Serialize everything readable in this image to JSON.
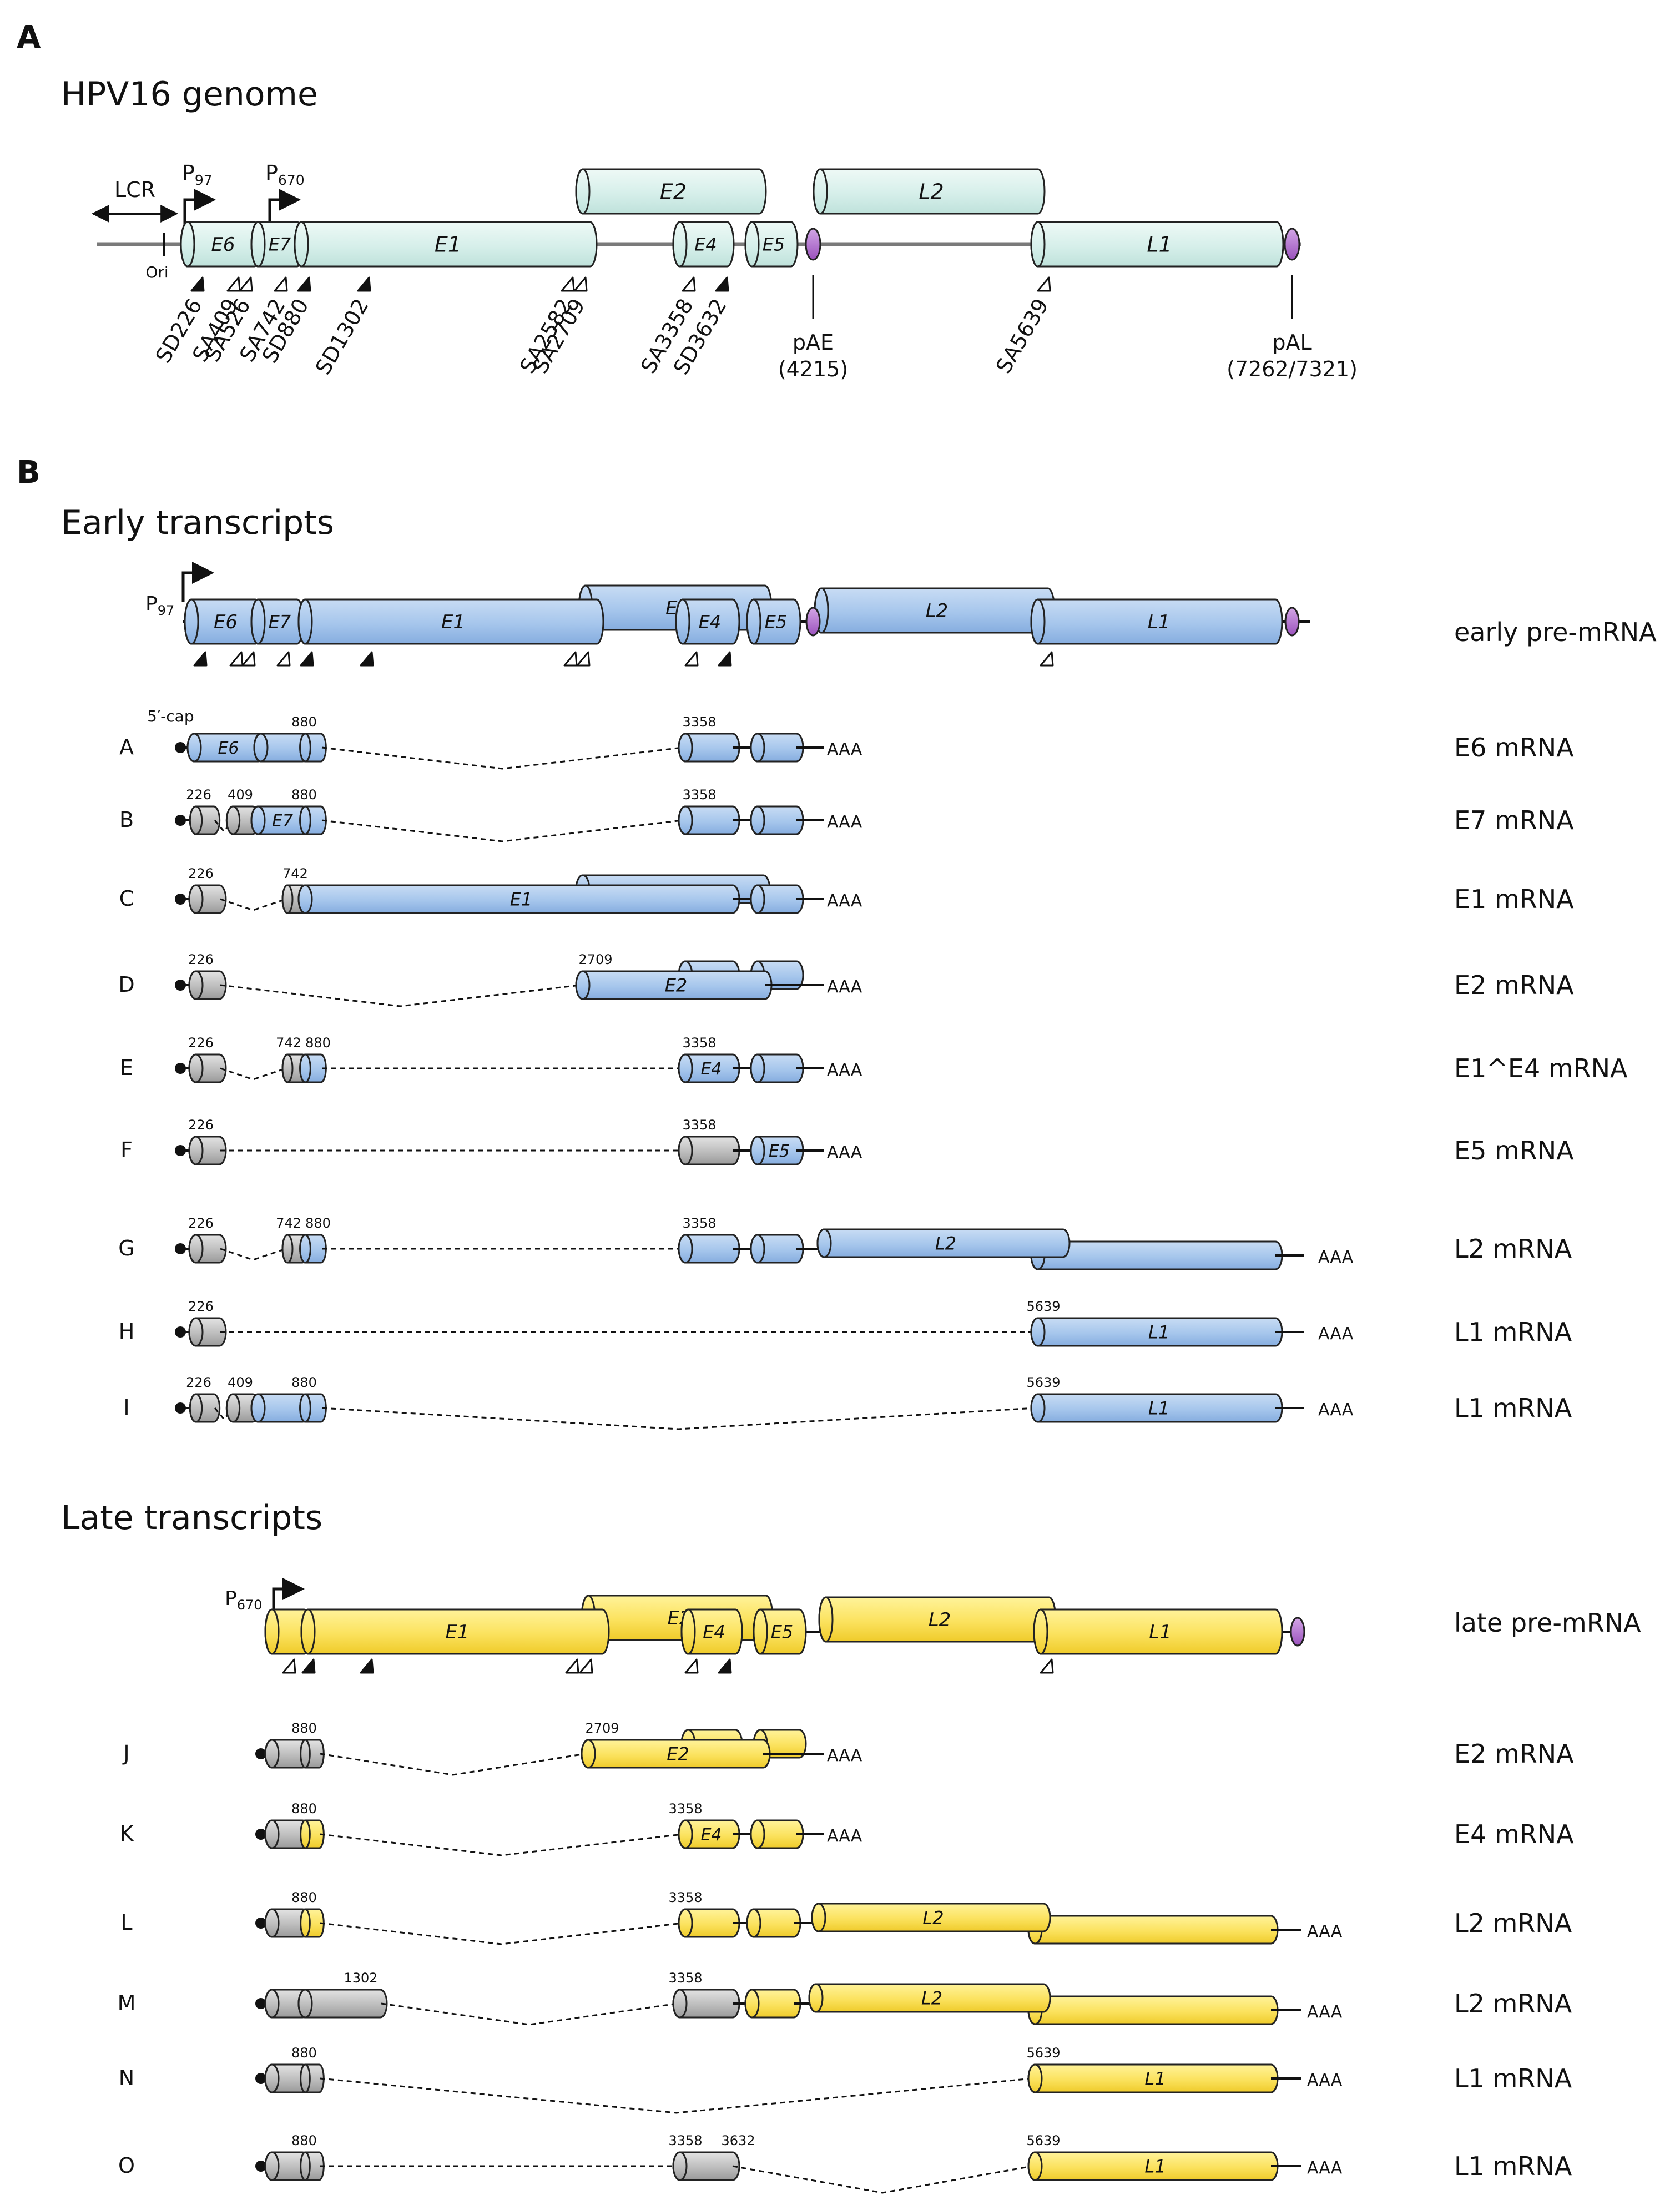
{
  "panels": {
    "a_label": "A",
    "b_label": "B",
    "a_title": "HPV16 genome",
    "early_title": "Early transcripts",
    "late_title": "Late transcripts"
  },
  "colors": {
    "genome": "#dff3ef",
    "early": "#a9c8ec",
    "late": "#fbe36c",
    "gray": "#bdbdbd",
    "polyA": "#b57ad0",
    "outline": "#222222",
    "line": "#7a7a7a"
  },
  "genome": {
    "lcr_label": "LCR",
    "ori_label": "Ori",
    "p97_main": "P",
    "p97_sub": "97",
    "p670_main": "P",
    "p670_sub": "670",
    "orfs": {
      "E6": "E6",
      "E7": "E7",
      "E1": "E1",
      "E2": "E2",
      "E4": "E4",
      "E5": "E5",
      "L2": "L2",
      "L1": "L1"
    },
    "sites": [
      "SD226",
      "SA409",
      "SA526",
      "SA742",
      "SD880",
      "SD1302",
      "SA2582",
      "SA2709",
      "SA3358",
      "SD3632",
      "SA5639"
    ],
    "pae_label": "pAE",
    "pae_pos": "(4215)",
    "pal_label": "pAL",
    "pal_pos": "(7262/7321)"
  },
  "early": {
    "premrna_label": "early pre-mRNA",
    "p97_main": "P",
    "p97_sub": "97",
    "cap_label": "5′-cap",
    "rows": [
      {
        "letter": "A",
        "name": "E6 mRNA"
      },
      {
        "letter": "B",
        "name": "E7 mRNA"
      },
      {
        "letter": "C",
        "name": "E1 mRNA"
      },
      {
        "letter": "D",
        "name": "E2 mRNA"
      },
      {
        "letter": "E",
        "name": "E1^E4 mRNA"
      },
      {
        "letter": "F",
        "name": "E5 mRNA"
      },
      {
        "letter": "G",
        "name": "L2 mRNA"
      },
      {
        "letter": "H",
        "name": "L1 mRNA"
      },
      {
        "letter": "I",
        "name": "L1 mRNA"
      }
    ],
    "numbers": {
      "n226": "226",
      "n409": "409",
      "n742": "742",
      "n880": "880",
      "n2709": "2709",
      "n3358": "3358",
      "n5639": "5639"
    },
    "polya": "AAA"
  },
  "late": {
    "premrna_label": "late pre-mRNA",
    "p670_main": "P",
    "p670_sub": "670",
    "rows": [
      {
        "letter": "J",
        "name": "E2 mRNA"
      },
      {
        "letter": "K",
        "name": "E4 mRNA"
      },
      {
        "letter": "L",
        "name": "L2 mRNA"
      },
      {
        "letter": "M",
        "name": "L2 mRNA"
      },
      {
        "letter": "N",
        "name": "L1 mRNA"
      },
      {
        "letter": "O",
        "name": "L1 mRNA"
      }
    ],
    "numbers": {
      "n880": "880",
      "n1302": "1302",
      "n2709": "2709",
      "n3358": "3358",
      "n3632": "3632",
      "n5639": "5639"
    },
    "polya": "AAA"
  }
}
